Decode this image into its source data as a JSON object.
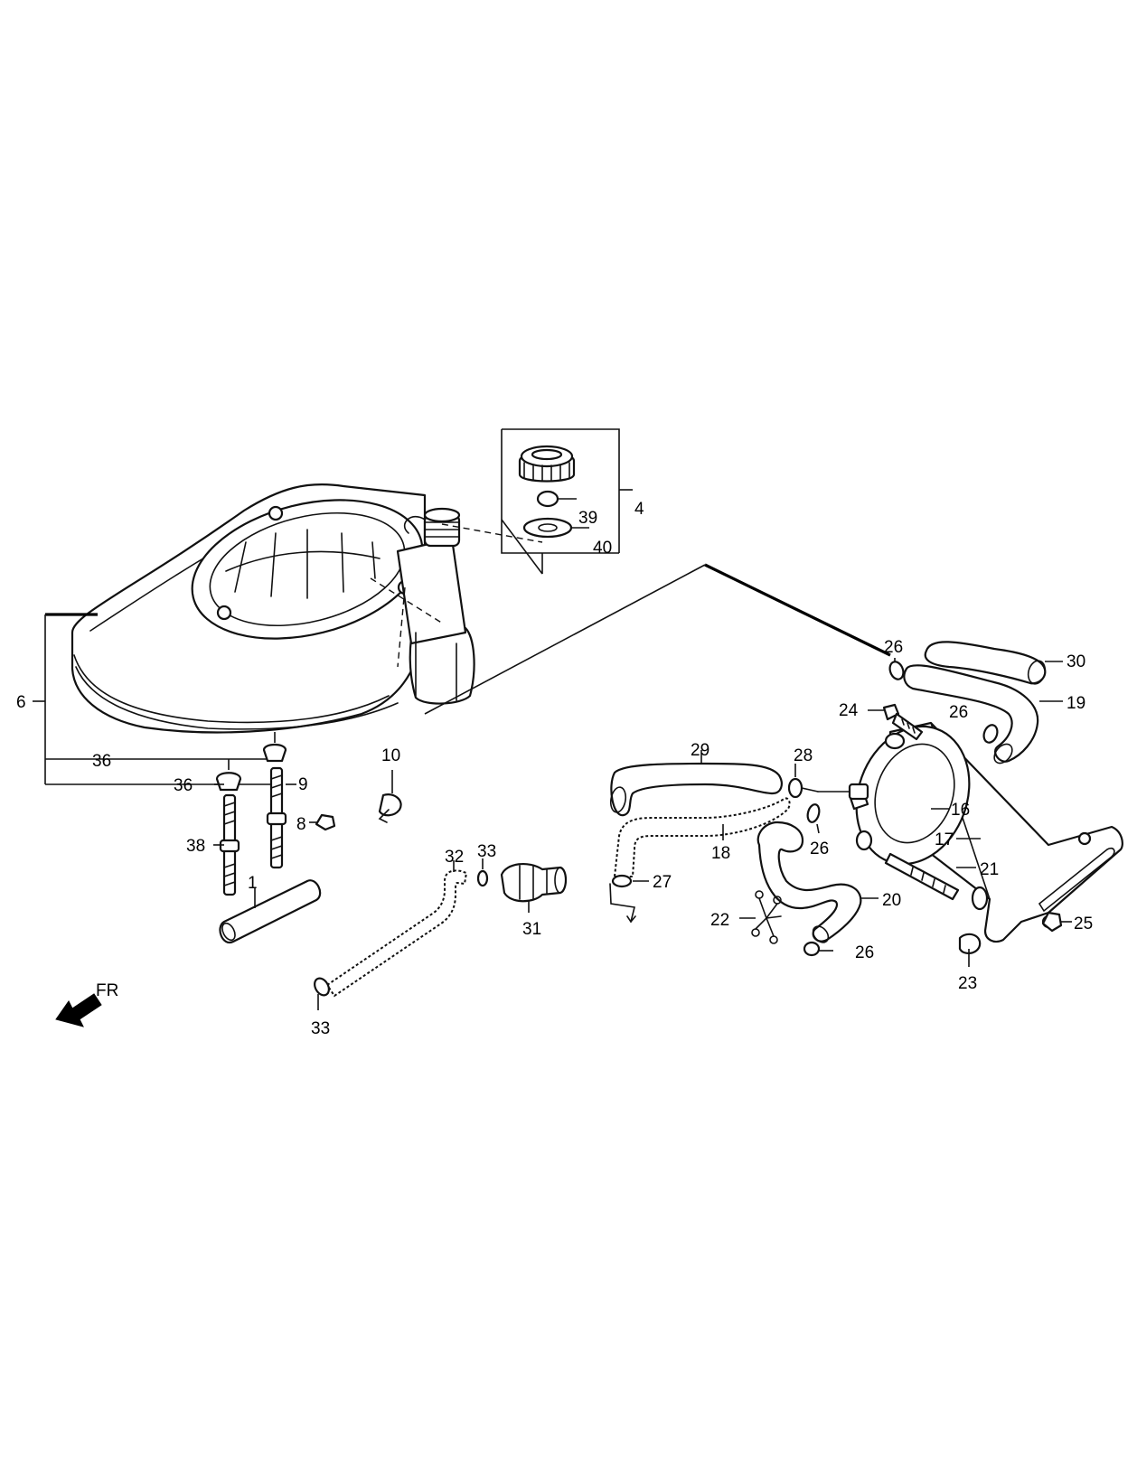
{
  "callouts": {
    "c1": "1",
    "c4": "4",
    "c6": "6",
    "c8": "8",
    "c9": "9",
    "c10": "10",
    "c16": "16",
    "c17": "17",
    "c18": "18",
    "c19": "19",
    "c20": "20",
    "c21": "21",
    "c22": "22",
    "c23": "23",
    "c24": "24",
    "c25": "25",
    "c26a": "26",
    "c26b": "26",
    "c26c": "26",
    "c26d": "26",
    "c27": "27",
    "c28": "28",
    "c29": "29",
    "c30": "30",
    "c31": "31",
    "c32": "32",
    "c33a": "33",
    "c33b": "33",
    "c36a": "36",
    "c36b": "36",
    "c38": "38",
    "c39": "39",
    "c40": "40"
  },
  "direction_label": "FR"
}
